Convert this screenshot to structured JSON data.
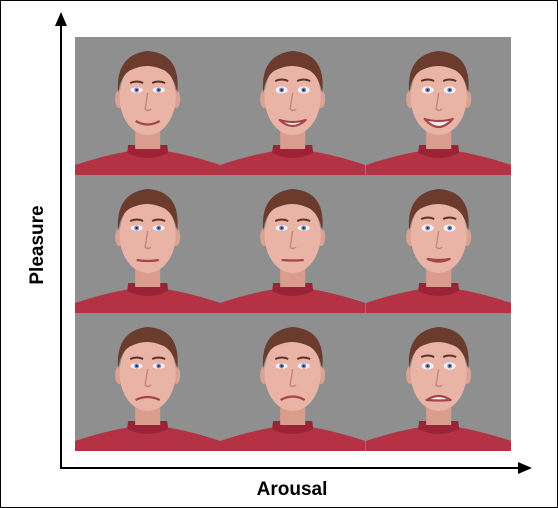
{
  "axes": {
    "y_label": "Pleasure",
    "x_label": "Arousal"
  },
  "colors": {
    "background": "#8f8f8f",
    "skin": "#e9b4a6",
    "hair": "#6b3b2e",
    "sweater": "#b53244"
  },
  "faces": [
    {
      "row": "top",
      "col": "left",
      "expression": "smile-small"
    },
    {
      "row": "top",
      "col": "middle",
      "expression": "smile-open"
    },
    {
      "row": "top",
      "col": "right",
      "expression": "smile-wide"
    },
    {
      "row": "middle",
      "col": "left",
      "expression": "neutral-relaxed"
    },
    {
      "row": "middle",
      "col": "middle",
      "expression": "neutral"
    },
    {
      "row": "middle",
      "col": "right",
      "expression": "neutral-alert"
    },
    {
      "row": "bottom",
      "col": "left",
      "expression": "sad"
    },
    {
      "row": "bottom",
      "col": "middle",
      "expression": "displeased"
    },
    {
      "row": "bottom",
      "col": "right",
      "expression": "distressed"
    }
  ]
}
